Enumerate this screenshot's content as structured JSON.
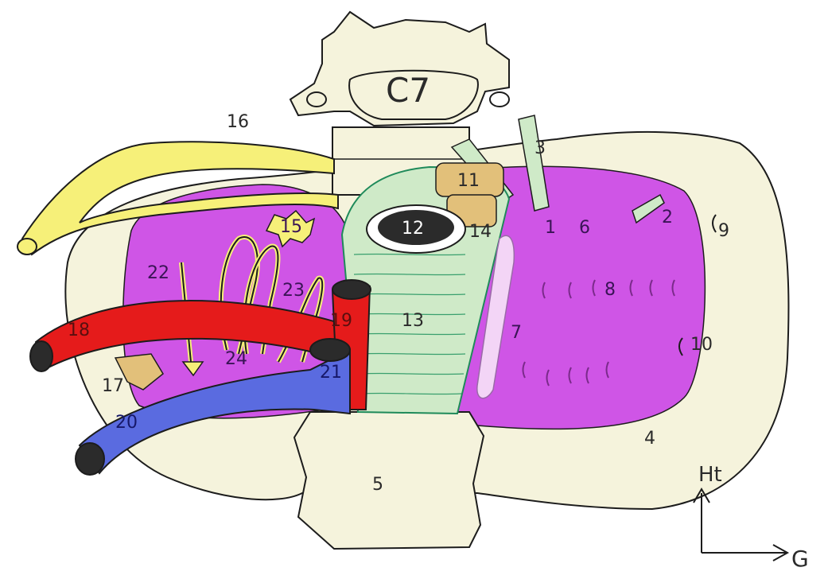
{
  "vertebra_label": "C7",
  "labels": {
    "l1": "1",
    "l2": "2",
    "l3": "3",
    "l4": "4",
    "l5": "5",
    "l6": "6",
    "l7": "7",
    "l8": "8",
    "l9": "9",
    "l10": "10",
    "l11": "11",
    "l12": "12",
    "l13": "13",
    "l14": "14",
    "l15": "15",
    "l16": "16",
    "l17": "17",
    "l18": "18",
    "l19": "19",
    "l20": "20",
    "l21": "21",
    "l22": "22",
    "l23": "23",
    "l24": "24"
  },
  "orientation": {
    "up": "Ht",
    "right": "G"
  },
  "colors": {
    "bone": "#f5f3dc",
    "pleura": "#cf55e6",
    "artery": "#e51b1b",
    "vein": "#5a6be0",
    "nerve": "#f6f079",
    "esophagus": "#cfeac8",
    "trachea_ring": "#e2c07a",
    "outline": "#1c1c1c"
  }
}
